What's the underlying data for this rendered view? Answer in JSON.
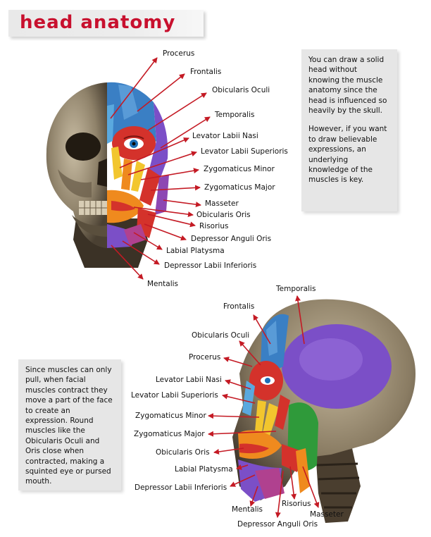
{
  "title": "head anatomy",
  "colors": {
    "title_text": "#c8102e",
    "arrow": "#c41a24",
    "skull": "#9c8f78",
    "muscle_blue": "#3a7fc4",
    "muscle_red": "#d4322b",
    "muscle_purple": "#7b4fc7",
    "muscle_orange": "#ef8a1e",
    "muscle_green": "#2f9a3a",
    "muscle_yellow": "#f2c62e"
  },
  "top_note": {
    "paragraph1": "You can draw a solid head without knowing the muscle anatomy since the head is influenced so heavily by the skull.",
    "paragraph2": "However, if you want to draw believable expressions, an underlying knowledge of the muscles is key."
  },
  "bottom_note": {
    "text": "Since muscles can only pull, when facial muscles contract they move a part of the face to create an expression. Round muscles like the Obicularis Oculi and Oris close when contracted, making a squinted eye or pursed mouth."
  },
  "front_labels": [
    "Procerus",
    "Frontalis",
    "Obicularis Oculi",
    "Temporalis",
    "Levator Labii Nasi",
    "Levator Labii Superioris",
    "Zygomaticus Minor",
    "Zygomaticus Major",
    "Masseter",
    "Obicularis Oris",
    "Risorius",
    "Depressor Anguli Oris",
    "Labial Platysma",
    "Depressor Labii Inferioris",
    "Mentalis"
  ],
  "side_labels": [
    "Temporalis",
    "Frontalis",
    "Obicularis Oculi",
    "Procerus",
    "Levator Labii Nasi",
    "Levator Labii Superioris",
    "Zygomaticus Minor",
    "Zygomaticus Major",
    "Obicularis Oris",
    "Labial Platysma",
    "Depressor Labii Inferioris",
    "Mentalis",
    "Risorius",
    "Masseter",
    "Depressor Anguli Oris"
  ]
}
